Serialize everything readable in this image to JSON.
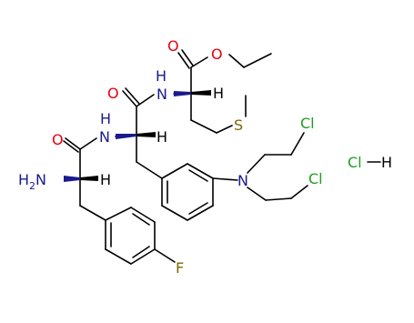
{
  "molecule": {
    "labels": {
      "o_ester_carbonyl": "O",
      "o_ester": "O",
      "nh_upper": "H",
      "nh_upper_n": "N",
      "h_upper": "H",
      "o_amide_upper": "O",
      "nh_mid_h": "H",
      "nh_mid_n": "N",
      "h_mid": "H",
      "o_amide_lower": "O",
      "s": "S",
      "n_mustard": "N",
      "cl_upper": "Cl",
      "cl_lower": "Cl",
      "hcl_cl": "Cl",
      "hcl_h": "H",
      "nh2_n": "H",
      "nh2_sub": "2",
      "nh2_n2": "N",
      "h_lower": "H",
      "f": "F"
    },
    "colors": {
      "bond": "#000000",
      "oxygen": "#e8000e",
      "nitrogen": "#1a1a8c",
      "sulfur": "#7a6a00",
      "chlorine": "#1f9e1f",
      "fluorine": "#7a6a00",
      "hydrogen": "#000000",
      "wedge": "#1a1a8c"
    }
  }
}
